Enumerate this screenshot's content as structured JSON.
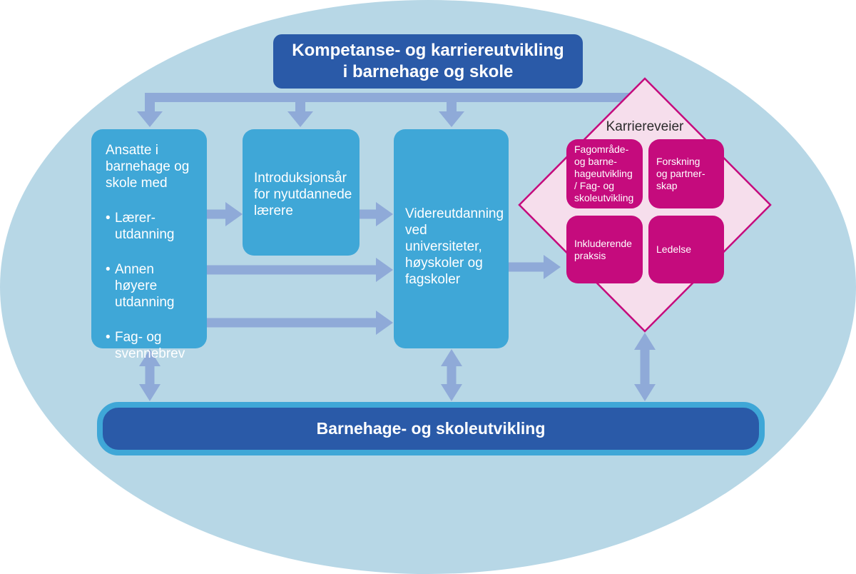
{
  "colors": {
    "bg_ellipse": "#b7d7e6",
    "box_blue": "#3fa7d7",
    "dark_blue": "#2a5aa8",
    "arrow": "#8faad8",
    "magenta": "#c50b7d",
    "pink": "#f6deec",
    "label_dark": "#2b2b2b"
  },
  "title": {
    "text": "Kompetanse- og karriereutvikling\ni barnehage og skole"
  },
  "left_box": {
    "intro": "Ansatte i\nbarnehage og\nskole med",
    "bullet_marker": "•",
    "bullets": [
      "Lærer-\nutdanning",
      "Annen høyere\nutdanning",
      "Fag- og\nsvennebrev"
    ]
  },
  "intro_box": {
    "text": "Introduksjonsår\nfor nyutdannede\nlærere"
  },
  "further_box": {
    "text": "Videreutdanning\nved universiteter,\nhøyskoler og\nfagskoler"
  },
  "career": {
    "label": "Karriereveier",
    "items": [
      {
        "text": "Fagområde-\nog barne-\nhageutvikling\n/ Fag- og\nskoleutvikling"
      },
      {
        "text": "Forskning\nog partner-\nskap"
      },
      {
        "text": "Inkluderende\npraksis"
      },
      {
        "text": "Ledelse"
      }
    ]
  },
  "bottom_bar": {
    "text": "Barnehage- og skoleutvikling"
  }
}
